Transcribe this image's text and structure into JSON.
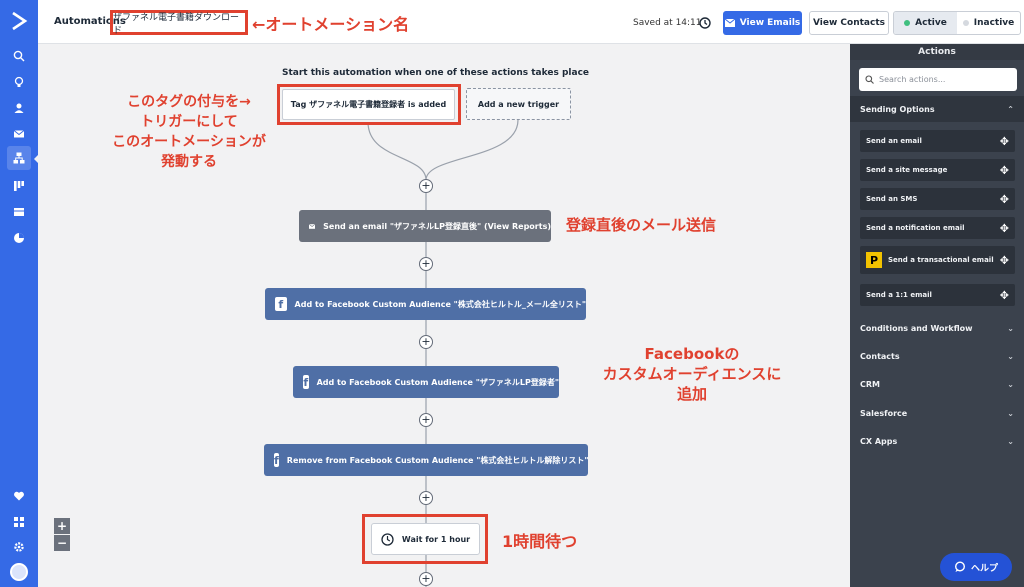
{
  "topbar": {
    "breadcrumb": "Automations",
    "automation_name": "ザファネル電子書籍ダウンロード",
    "saved_text": "Saved at 14:11",
    "view_emails": "View Emails",
    "view_contacts": "View Contacts",
    "active": "Active",
    "inactive": "Inactive"
  },
  "canvas": {
    "start_title": "Start this automation when one of these actions takes place",
    "trigger_label": "Tag ザファネル電子書籍登録者 is added",
    "add_trigger": "Add a new trigger",
    "steps": [
      "Send an email \"ザファネルLP登録直後\" (View Reports)",
      "Add to Facebook Custom Audience \"株式会社ヒルトル_メール全リスト\"",
      "Add to Facebook Custom Audience \"ザファネルLP登録者\"",
      "Remove from Facebook Custom Audience \"株式会社ヒルトル解除リスト\""
    ],
    "wait": "Wait for 1 hour",
    "plus": "+",
    "zoom_in": "+",
    "zoom_out": "−"
  },
  "annotations": {
    "name_arrow": "←オートメーション名",
    "trigger_note": [
      "このタグの付与を→",
      "トリガーにして",
      "このオートメーションが",
      "発動する"
    ],
    "email_note": "登録直後のメール送信",
    "facebook_note": [
      "Facebookの",
      "カスタムオーディエンスに",
      "追加"
    ],
    "wait_note": "1時間待つ"
  },
  "panel": {
    "title": "Actions",
    "search_placeholder": "Search actions...",
    "sending_options": "Sending Options",
    "actions": [
      "Send an email",
      "Send a site message",
      "Send an SMS",
      "Send a notification email",
      "Send a transactional email",
      "Send a 1:1 email"
    ],
    "postmark_letter": "P",
    "sections": [
      "Conditions and Workflow",
      "Contacts",
      "CRM",
      "Salesforce",
      "CX Apps"
    ]
  },
  "help": "ヘルプ",
  "colors": {
    "brand_blue": "#356ae6",
    "annotation_red": "#e0412f",
    "facebook_blue": "#4f6fa6",
    "active_green": "#3fbf7f"
  }
}
